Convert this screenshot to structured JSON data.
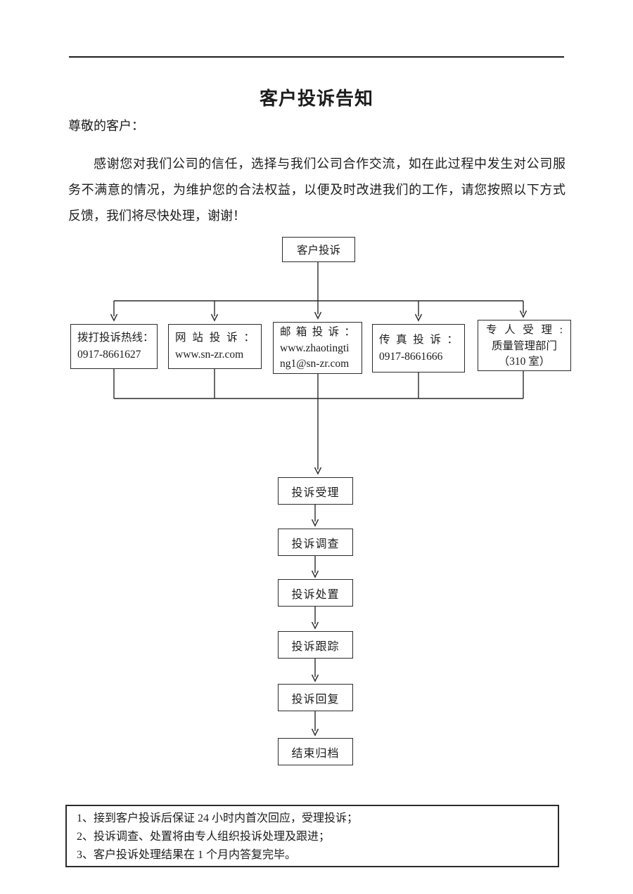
{
  "doc": {
    "title": "客户投诉告知",
    "greeting": "尊敬的客户：",
    "paragraph_lines": [
      "感谢您对我们公司的信任，选择与我们公司合作交流，如在此过程中发生对公司服",
      "务不满意的情况，为维护您的合法权益，以便及时改进我们的工作，请您按照以下方式",
      "反馈，我们将尽快处理，谢谢！"
    ]
  },
  "flowchart": {
    "start": "客户投诉",
    "channels": [
      {
        "name": "hotline",
        "lines": [
          "拨打投诉热线：",
          "0917-8661627"
        ]
      },
      {
        "name": "website",
        "lines": [
          "网站投诉：",
          "www.sn-zr.com"
        ]
      },
      {
        "name": "email",
        "lines": [
          "邮箱投诉：",
          "www.zhaotingti",
          "ng1@sn-zr.com"
        ]
      },
      {
        "name": "fax",
        "lines": [
          "传真投诉：",
          "0917-8661666"
        ]
      },
      {
        "name": "person",
        "lines": [
          "专人受理:",
          "质量管理部门",
          "（310 室）"
        ]
      }
    ],
    "steps": [
      "投诉受理",
      "投诉调查",
      "投诉处置",
      "投诉跟踪",
      "投诉回复",
      "结束归档"
    ]
  },
  "notes": [
    "1、接到客户投诉后保证 24 小时内首次回应，受理投诉；",
    "2、投诉调查、处置将由专人组织投诉处理及跟进；",
    "3、客户投诉处理结果在 1 个月内答复完毕。"
  ],
  "colors": {
    "ink": "#1c1c1c",
    "line": "#2b2b2b",
    "background": "#ffffff"
  }
}
